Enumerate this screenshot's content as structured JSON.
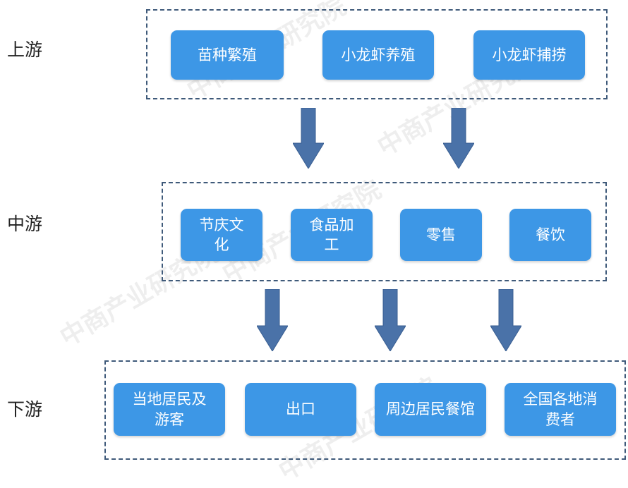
{
  "stages": {
    "upstream": "上游",
    "midstream": "中游",
    "downstream": "下游"
  },
  "upstream_nodes": [
    "苗种繁殖",
    "小龙虾养殖",
    "小龙虾捕捞"
  ],
  "midstream_nodes": [
    "节庆文化",
    "食品加工",
    "零售",
    "餐饮"
  ],
  "downstream_nodes": [
    "当地居民及游客",
    "出口",
    "周边居民餐馆",
    "全国各地消费者"
  ],
  "watermark": "中商产业研究院",
  "colors": {
    "node_fill": "#3d97e6",
    "arrow_fill": "#4a72a8",
    "box_border": "#3f5a7a"
  }
}
